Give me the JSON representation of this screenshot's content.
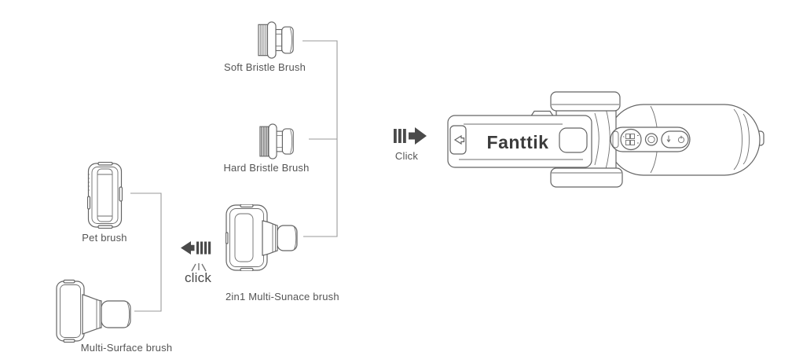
{
  "colors": {
    "background": "#ffffff",
    "outline": "#646464",
    "connector": "#9a9a9a",
    "arrow_fill": "#4a4a4a",
    "label_text": "#555555",
    "brand_text": "#3b3b3b"
  },
  "attachments": [
    {
      "id": "soft-bristle-brush",
      "label": "Soft Bristle Brush"
    },
    {
      "id": "hard-bristle-brush",
      "label": "Hard Bristle Brush"
    },
    {
      "id": "2in1-multi-surface-brush",
      "label": "2in1 Multi-Sunace brush"
    },
    {
      "id": "pet-brush",
      "label": "Pet brush"
    },
    {
      "id": "multi-surface-brush",
      "label": "Multi-Surface brush"
    }
  ],
  "annotations": {
    "attach_click": {
      "label": "Click"
    },
    "detach_click": {
      "label": "click"
    }
  },
  "device": {
    "brand": "Fanttik"
  }
}
